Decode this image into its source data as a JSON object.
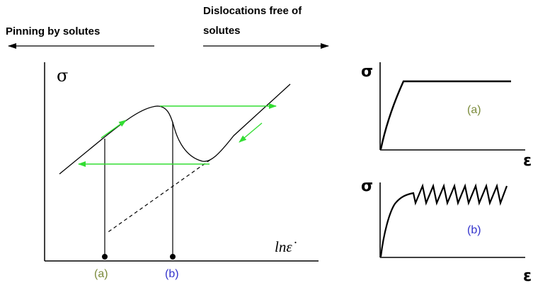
{
  "header": {
    "left_label": "Pinning by solutes",
    "right_label_line1": "Dislocations free of",
    "right_label_line2": "solutes"
  },
  "main_plot": {
    "y_axis_symbol": "σ",
    "x_axis_label": "lnε̇",
    "marker_a_label": "(a)",
    "marker_b_label": "(b)"
  },
  "inset_a": {
    "y_axis_symbol": "σ",
    "x_axis_symbol": "ε",
    "label": "(a)"
  },
  "inset_b": {
    "y_axis_symbol": "σ",
    "x_axis_symbol": "ε",
    "label": "(b)"
  },
  "colors": {
    "arrow_green": "#33dd33",
    "label_a": "#7a8a3a",
    "label_b": "#3333cc",
    "line": "#000000"
  }
}
